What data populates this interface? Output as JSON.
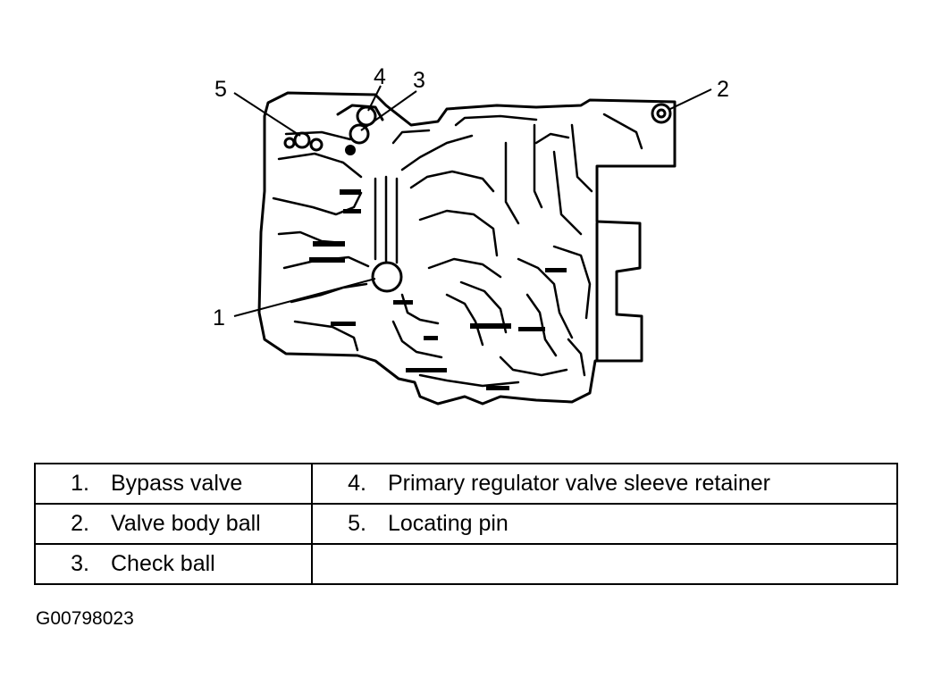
{
  "callouts": [
    {
      "number": "1",
      "label": "Bypass valve"
    },
    {
      "number": "2",
      "label": "Valve body ball"
    },
    {
      "number": "3",
      "label": "Check ball"
    },
    {
      "number": "4",
      "label": "Primary regulator valve sleeve retainer"
    },
    {
      "number": "5",
      "label": "Locating pin"
    }
  ],
  "legend": [
    [
      {
        "num": "1.",
        "text": "Bypass valve"
      },
      {
        "num": "4.",
        "text": "Primary regulator valve sleeve retainer"
      }
    ],
    [
      {
        "num": "2.",
        "text": "Valve body ball"
      },
      {
        "num": "5.",
        "text": "Locating pin"
      }
    ],
    [
      {
        "num": "3.",
        "text": "Check ball"
      },
      {
        "num": "",
        "text": ""
      }
    ]
  ],
  "figure_id": "G00798023"
}
